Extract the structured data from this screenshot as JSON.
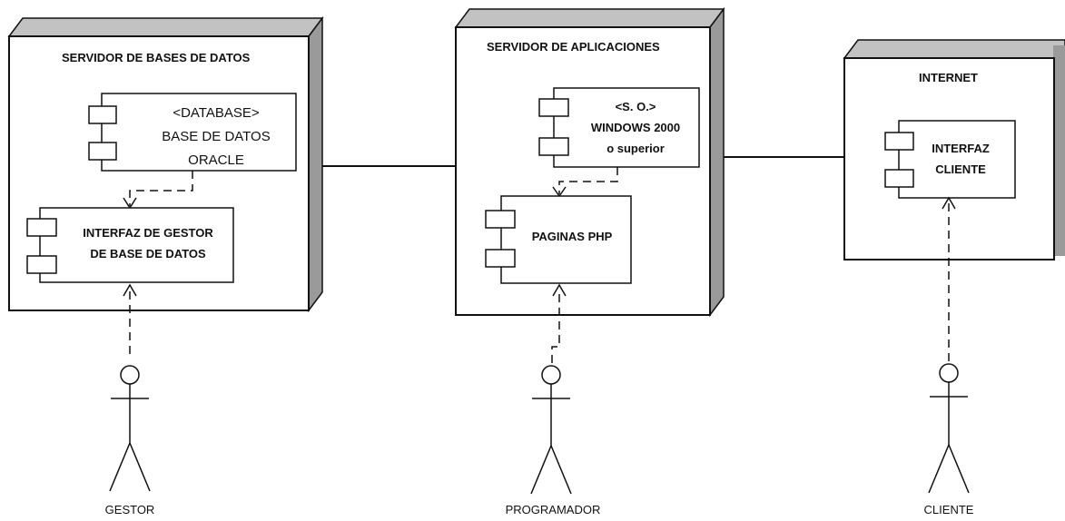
{
  "nodes": {
    "db_server": {
      "title": "SERVIDOR DE BASES DE DATOS"
    },
    "app_server": {
      "title": "SERVIDOR DE APLICACIONES"
    },
    "internet": {
      "title": "INTERNET"
    }
  },
  "components": {
    "database": {
      "line1": "<DATABASE>",
      "line2": "BASE DE DATOS",
      "line3": "ORACLE"
    },
    "dbms_interface": {
      "line1": "INTERFAZ DE GESTOR",
      "line2": "DE BASE DE DATOS"
    },
    "os": {
      "line1": "<S. O.>",
      "line2": "WINDOWS 2000",
      "line3": "o superior"
    },
    "php_pages": {
      "line1": "PAGINAS PHP"
    },
    "client_interface": {
      "line1": "INTERFAZ",
      "line2": "CLIENTE"
    }
  },
  "actors": {
    "gestor": {
      "label": "GESTOR"
    },
    "programador": {
      "label": "PROGRAMADOR"
    },
    "cliente": {
      "label": "CLIENTE"
    }
  },
  "colors": {
    "node_side": "#9a9a9a",
    "node_top": "#c2c2c2",
    "stroke": "#111111"
  }
}
